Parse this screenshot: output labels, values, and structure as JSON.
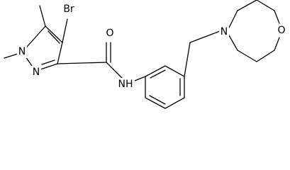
{
  "molecule": {
    "labels": {
      "br": "Br",
      "o_carbonyl": "O",
      "nh": "NH",
      "n_pyrazole_1": "N",
      "n_pyrazole_2": "N",
      "n_morpholine": "N",
      "o_morpholine": "O"
    }
  }
}
